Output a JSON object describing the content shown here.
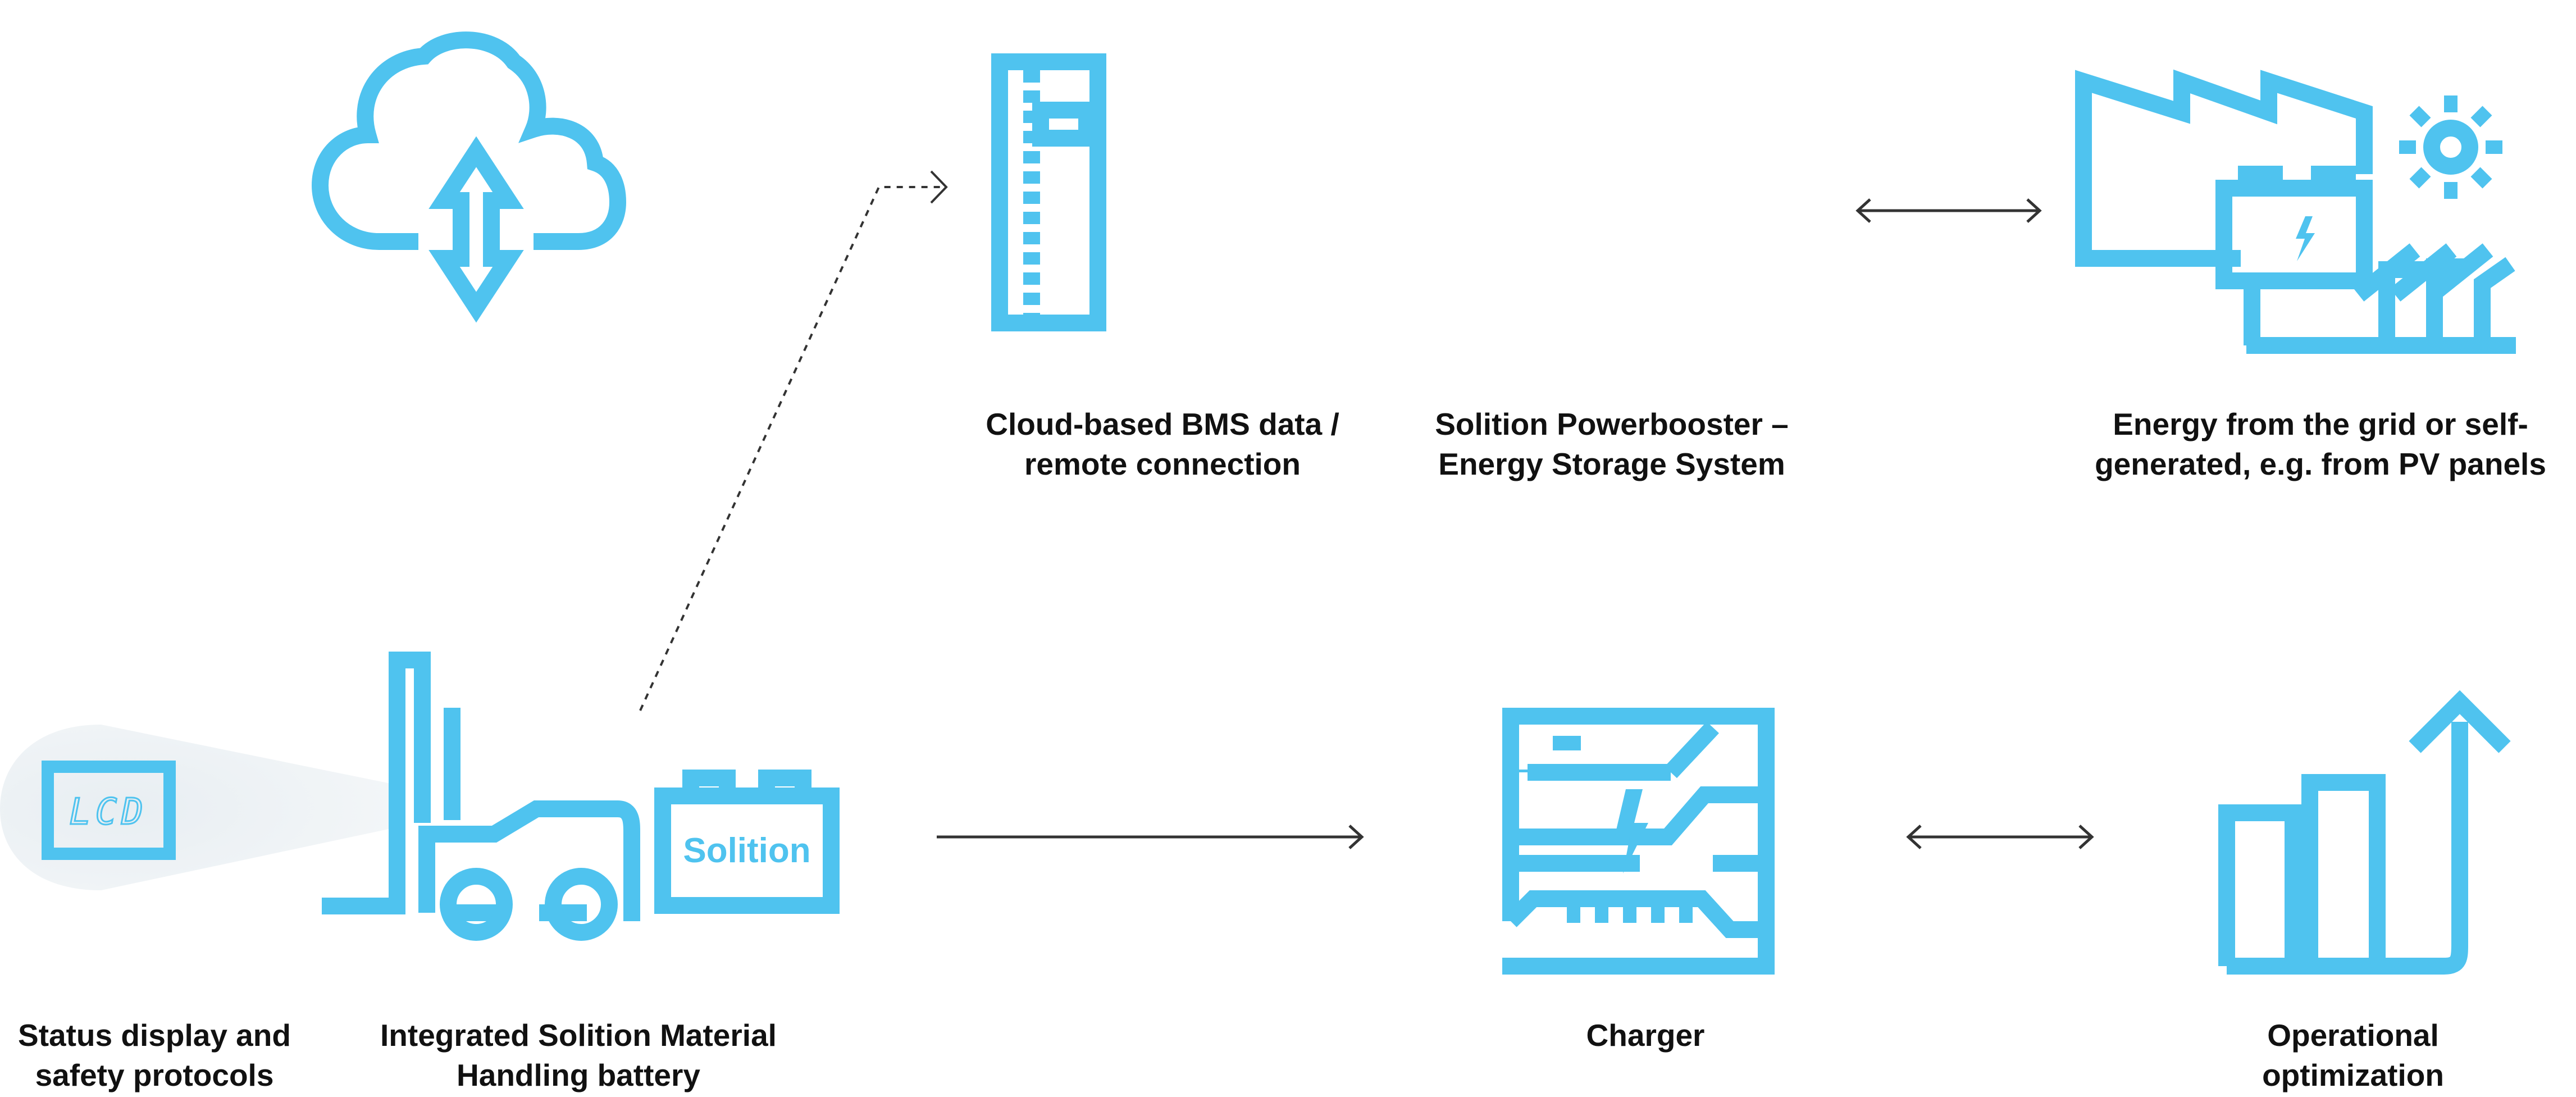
{
  "colors": {
    "icon": "#4fc3ef",
    "text": "#111111",
    "arrow": "#333333",
    "glow": "#eef3f6"
  },
  "icons": {
    "cloud": "cloud-sync-icon",
    "powerbooster": "powerbooster-icon",
    "grid": "factory-solar-icon",
    "display": "lcd-display-icon",
    "forklift": "forklift-icon",
    "battery": "battery-icon",
    "charger": "charger-icon",
    "optimization": "growth-chart-icon"
  },
  "display": {
    "screen_text": "LCD"
  },
  "battery": {
    "brand_label": "Solition"
  },
  "labels": {
    "cloud": [
      "Cloud-based BMS data /",
      "remote connection"
    ],
    "powerbooster": [
      "Solition Powerbooster –",
      "Energy Storage System"
    ],
    "grid": [
      "Energy from the grid or self-",
      "generated, e.g. from PV panels"
    ],
    "status": [
      "Status display and",
      "safety protocols"
    ],
    "battery": [
      "Integrated Solition Material",
      "Handling battery"
    ],
    "charger": [
      "Charger"
    ],
    "optimization": [
      "Operational",
      "optimization"
    ]
  }
}
